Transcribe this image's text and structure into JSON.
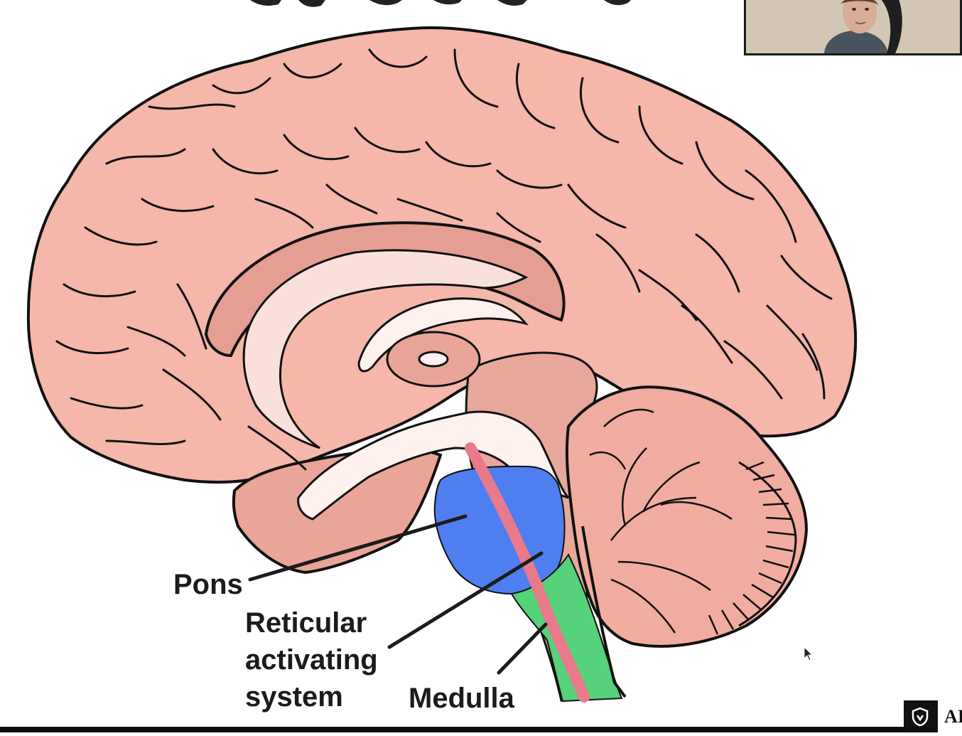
{
  "diagram": {
    "labels": {
      "pons": "Pons",
      "ras_line1": "Reticular",
      "ras_line2": "activating",
      "ras_line3": "system",
      "medulla": "Medulla"
    },
    "colors": {
      "brain": "#f4b7aa",
      "brain_dark": "#e39c8f",
      "white_matter": "#fae0da",
      "pale": "#fff1ee",
      "pons": "#4f7ef0",
      "medulla": "#55d27a",
      "ras": "#e97a8b",
      "outline": "#111111"
    }
  },
  "overlay": {
    "badge_text": "AI"
  }
}
